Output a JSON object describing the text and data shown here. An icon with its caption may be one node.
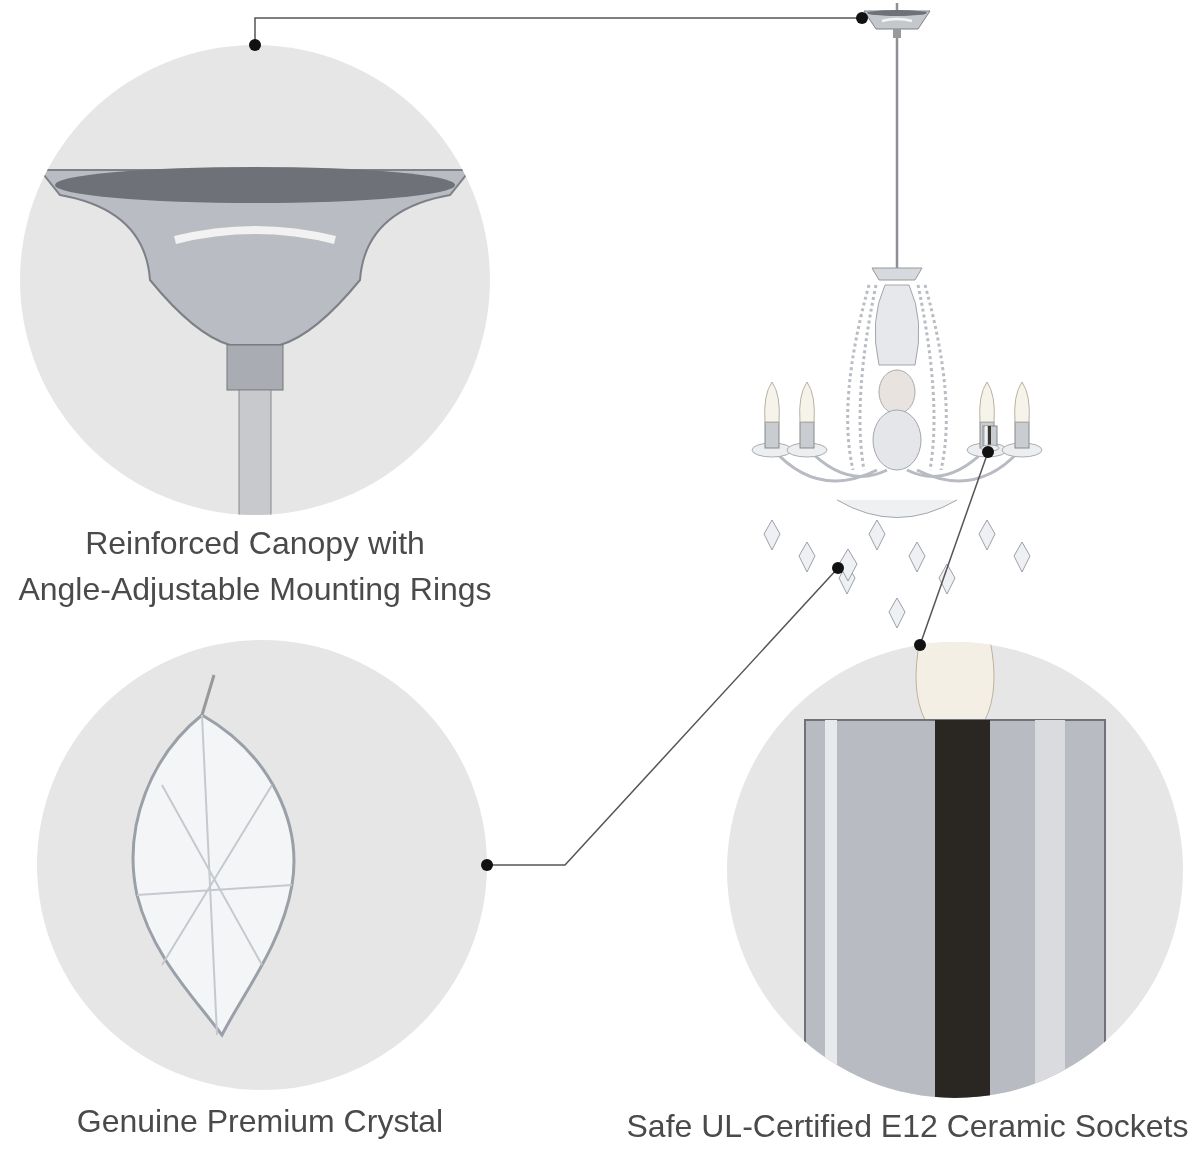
{
  "diagram": {
    "nodes": [
      {
        "text": [
          "Reinforced Canopy with Angle-Adjustable Mounting Rings"
        ]
      },
      {
        "text": [
          "Genuine Premium Crystal"
        ]
      },
      {
        "text": [
          "Safe UL-Certified E12 Ceramic Sockets"
        ]
      },
      {
        "text": [],
        "shape": "picture"
      },
      {
        "text": [],
        "shape": "picture",
        "in": 3
      },
      {
        "text": [],
        "shape": "picture",
        "in": 3
      },
      {
        "text": [],
        "shape": "picture",
        "in": 3
      }
    ],
    "edges": [
      {
        "from": 0,
        "to": 4,
        "arrow": "other"
      },
      {
        "from": 1,
        "to": 5,
        "arrow": "other"
      },
      {
        "from": 2,
        "to": 6,
        "arrow": "other"
      }
    ]
  }
}
